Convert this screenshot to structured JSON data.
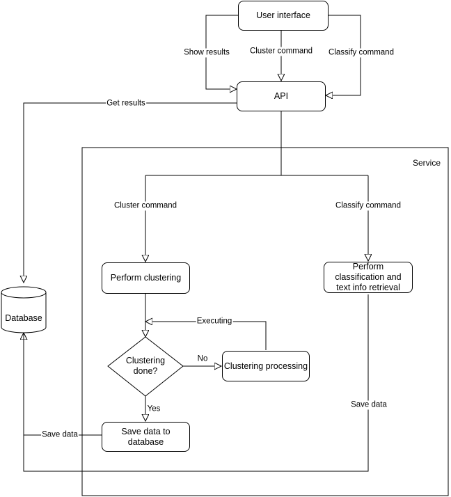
{
  "nodes": {
    "user_interface": "User interface",
    "api": "API",
    "service": "Service",
    "database": "Database",
    "perform_clustering": "Perform clustering",
    "perform_classification": "Perform classification and text info retrieval",
    "clustering_done": "Clustering done?",
    "clustering_processing": "Clustering processing",
    "save_data_to_database": "Save data to database"
  },
  "edges": {
    "show_results": "Show results",
    "cluster_command_top": "Cluster command",
    "classify_command_top": "Classify command",
    "get_results": "Get results",
    "cluster_command": "Cluster command",
    "classify_command": "Classify command",
    "executing": "Executing",
    "no": "No",
    "yes": "Yes",
    "save_data_left": "Save data",
    "save_data_right": "Save data"
  }
}
